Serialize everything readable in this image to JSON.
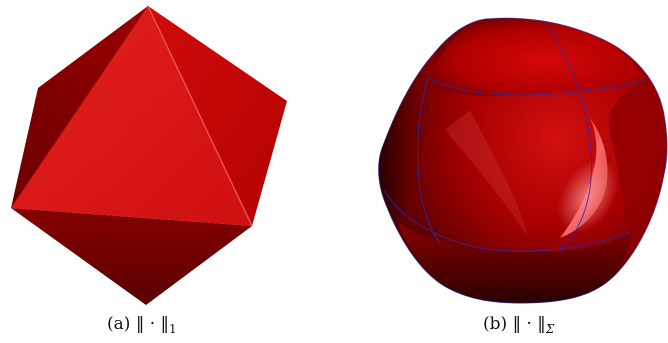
{
  "panels": [
    {
      "id": "a",
      "caption_prefix": "(a)",
      "caption_norm": "‖ · ‖",
      "caption_subscript": "1"
    },
    {
      "id": "b",
      "caption_prefix": "(b)",
      "caption_norm": "‖ · ‖",
      "caption_subscript": "Σ"
    }
  ],
  "colors": {
    "octa_face_main": "#dc1a1a",
    "octa_face_right": "#c40606",
    "octa_face_left": "#860000",
    "octa_face_bottom": "#6e0000",
    "octa_edge_light": "#f25050",
    "sigma_dark": "#3a0000",
    "sigma_mid": "#b00000",
    "sigma_light": "#ff7b7b",
    "sigma_curve": "#2a2ab0"
  }
}
